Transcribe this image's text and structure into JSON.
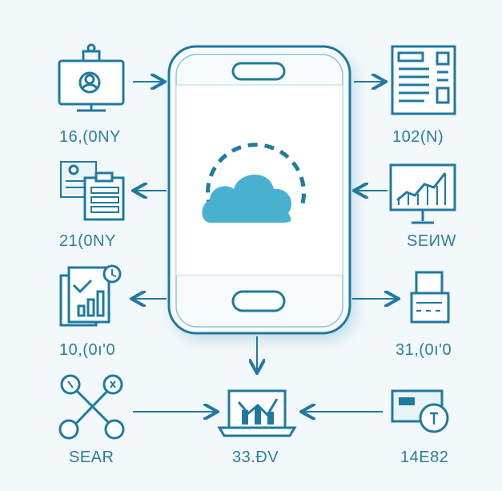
{
  "labels": {
    "monitor_support": "16,(0NY",
    "document": "102(N)",
    "checklist": "21(0NY",
    "chart_monitor": "SEИW",
    "report": "10,(0ı'0",
    "printer": "31,(0ı'0",
    "network": "SEAR",
    "laptop_chart": "33.ÐV",
    "calendar_clock": "14E82"
  },
  "colors": {
    "line": "#1f7aa0",
    "cloud": "#49b0cf",
    "phone_fill": "#f8fbfd",
    "background": "#f3f8fb"
  }
}
